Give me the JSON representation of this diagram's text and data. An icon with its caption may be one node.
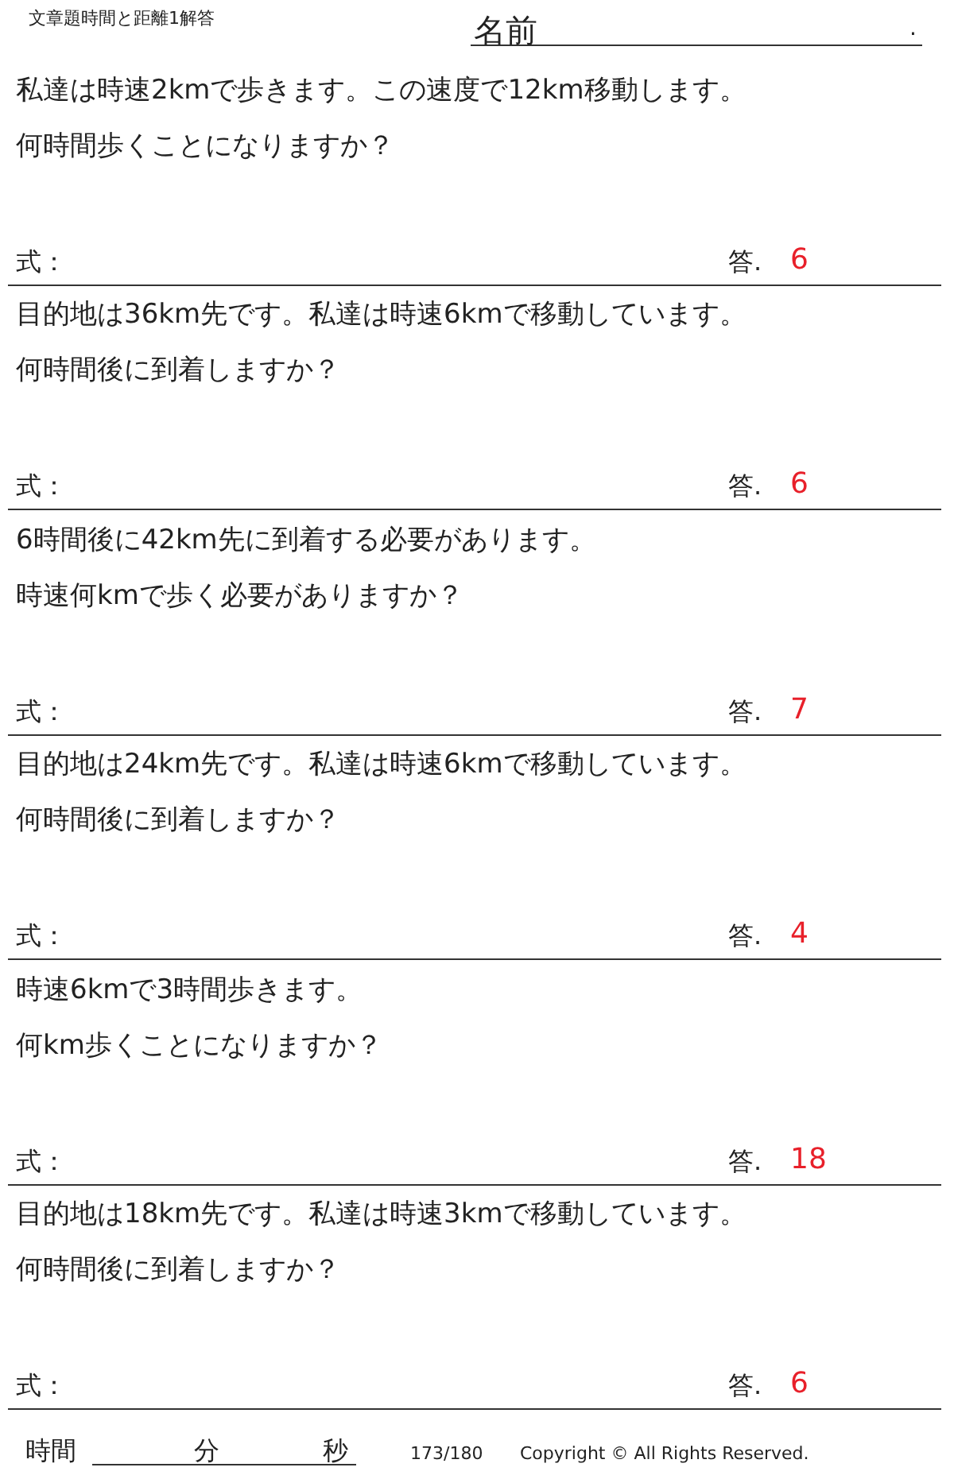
{
  "diagram": {
    "title": "文章題時間と距離1解答",
    "labels": [
      "名前",
      ".",
      "私達は時速2kmで歩きます。この速度で12km移動します。",
      "何時間歩くことになりますか？",
      "式：",
      "答.",
      "6",
      "目的地は36km先です。私達は時速6kmで移動しています。",
      "何時間後に到着しますか？",
      "式：",
      "答.",
      "6",
      "6時間後に42km先に到着する必要があります。",
      "時速何kmで歩く必要がありますか？",
      "式：",
      "答.",
      "7",
      "目的地は24km先です。私達は時速6kmで移動しています。",
      "何時間後に到着しますか？",
      "式：",
      "答.",
      "4",
      "時速6kmで3時間歩きます。",
      "何km歩くことになりますか？",
      "式：",
      "答.",
      "18",
      "目的地は18km先です。私達は時速3kmで移動しています。",
      "何時間後に到着しますか？",
      "式：",
      "答.",
      "6",
      "時間",
      "分",
      "秒",
      "173/180",
      "Copyright © All Rights Reserved."
    ]
  }
}
